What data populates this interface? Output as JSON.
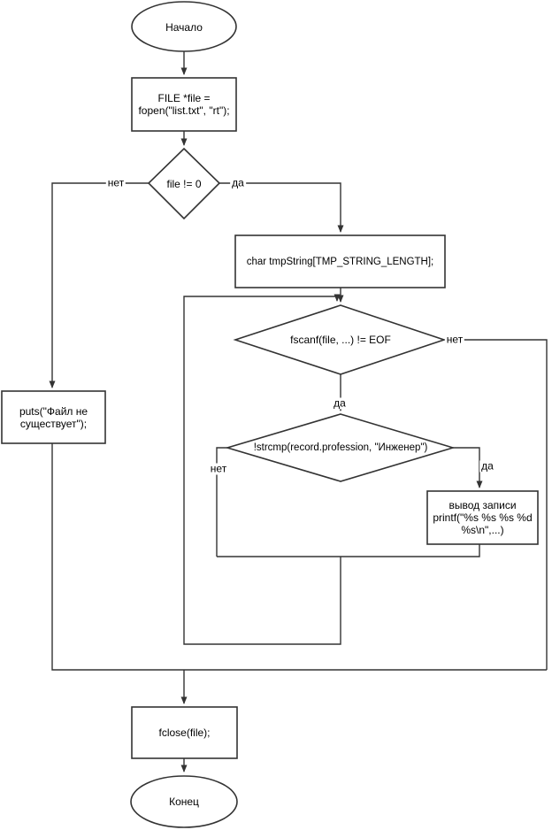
{
  "diagram": {
    "title": "file-filter-flowchart",
    "colors": {
      "stroke": "#333333",
      "fill": "#ffffff",
      "text": "#000000"
    },
    "nodes": {
      "start": {
        "type": "terminator",
        "label": "Начало"
      },
      "open_file": {
        "type": "process",
        "label": "FILE *file =\nfopen(\"list.txt\", \"rt\");"
      },
      "file_check": {
        "type": "decision",
        "label": "file != 0"
      },
      "tmp_string": {
        "type": "process",
        "label": "char tmpString[TMP_STRING_LENGTH];"
      },
      "fscanf_check": {
        "type": "decision",
        "label": "fscanf(file, ...) != EOF"
      },
      "strcmp_check": {
        "type": "decision",
        "label": "!strcmp(record.profession, \"Инженер\")"
      },
      "print_record": {
        "type": "process",
        "label": "вывод записи\nprintf(\"%s %s %s %d\n%s\\n\",...)"
      },
      "file_missing": {
        "type": "process",
        "label": "puts(\"Файл не\nсуществует\");"
      },
      "close_file": {
        "type": "process",
        "label": "fclose(file);"
      },
      "end": {
        "type": "terminator",
        "label": "Конец"
      }
    },
    "edge_labels": {
      "file_check_no": "нет",
      "file_check_yes": "да",
      "fscanf_yes": "да",
      "fscanf_no": "нет",
      "strcmp_no": "нет",
      "strcmp_yes": "да"
    }
  }
}
